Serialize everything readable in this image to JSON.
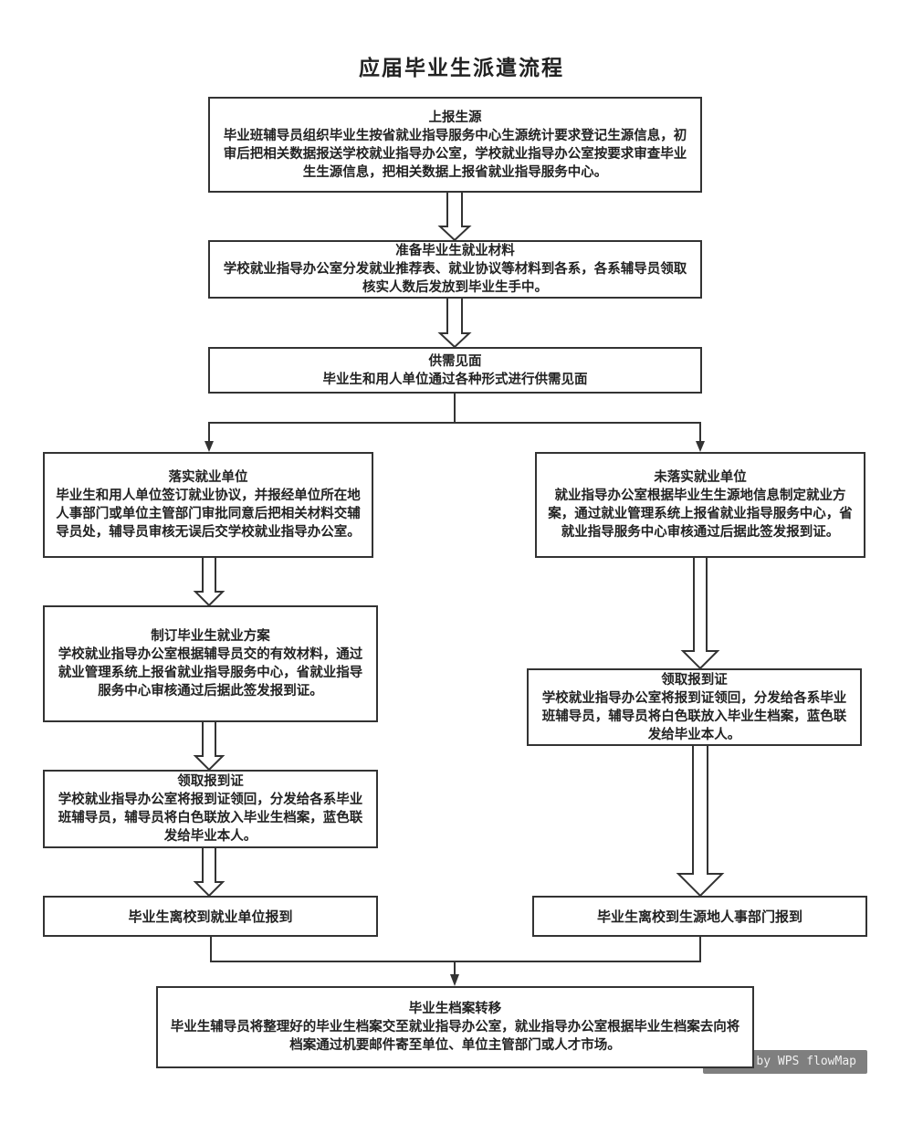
{
  "title": "应届毕业生派遣流程",
  "nodes": {
    "report_source": {
      "title": "上报生源",
      "body": "毕业班辅导员组织毕业生按省就业指导服务中心生源统计要求登记生源信息，初审后把相关数据报送学校就业指导办公室，学校就业指导办公室按要求审查毕业生生源信息，把相关数据上报省就业指导服务中心。"
    },
    "prepare_materials": {
      "title": "准备毕业生就业材料",
      "body": "学校就业指导办公室分发就业推荐表、就业协议等材料到各系，各系辅导员领取核实人数后发放到毕业生手中。"
    },
    "supply_demand_meeting": {
      "title": "供需见面",
      "body": "毕业生和用人单位通过各种形式进行供需见面"
    },
    "employer_confirmed": {
      "title": "落实就业单位",
      "body": "毕业生和用人单位签订就业协议，并报经单位所在地人事部门或单位主管部门审批同意后把相关材料交辅导员处，辅导员审核无误后交学校就业指导办公室。"
    },
    "employer_not_confirmed": {
      "title": "未落实就业单位",
      "body": "就业指导办公室根据毕业生生源地信息制定就业方案，通过就业管理系统上报省就业指导服务中心，省就业指导服务中心审核通过后据此签发报到证。"
    },
    "make_plan": {
      "title": "制订毕业生就业方案",
      "body": "学校就业指导办公室根据辅导员交的有效材料，通过就业管理系统上报省就业指导服务中心，省就业指导服务中心审核通过后据此签发报到证。"
    },
    "collect_certificate_left": {
      "title": "领取报到证",
      "body": "学校就业指导办公室将报到证领回，分发给各系毕业班辅导员，辅导员将白色联放入毕业生档案，蓝色联发给毕业本人。"
    },
    "collect_certificate_right": {
      "title": "领取报到证",
      "body": "学校就业指导办公室将报到证领回，分发给各系毕业班辅导员，辅导员将白色联放入毕业生档案，蓝色联发给毕业本人。"
    },
    "report_to_employer": {
      "title": "毕业生离校到就业单位报到"
    },
    "report_to_hometown": {
      "title": "毕业生离校到生源地人事部门报到"
    },
    "archive_transfer": {
      "title": "毕业生档案转移",
      "body": "毕业生辅导员将整理好的毕业生档案交至就业指导办公室，就业指导办公室根据毕业生档案去向将档案通过机要邮件寄至单位、单位主管部门或人才市场。"
    }
  },
  "watermark": "d by WPS flowMap"
}
